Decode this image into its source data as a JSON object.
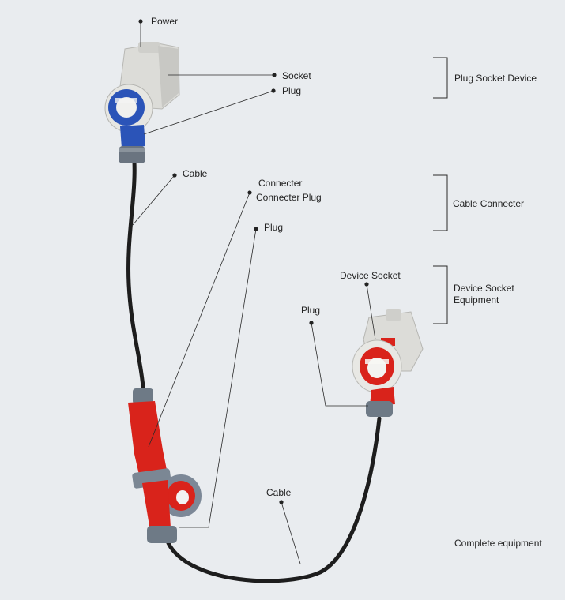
{
  "labels": {
    "power": "Power",
    "socket": "Socket",
    "plug_top": "Plug",
    "cable_top": "Cable",
    "connecter": "Connecter",
    "connecter_plug": "Connecter Plug",
    "plug_mid": "Plug",
    "device_socket": "Device Socket",
    "plug_device": "Plug",
    "cable_bottom": "Cable"
  },
  "groups": {
    "plug_socket_device": "Plug Socket Device",
    "cable_connecter": "Cable Connecter",
    "device_socket_equipment_line1": "Device Socket",
    "device_socket_equipment_line2": "Equipment",
    "complete_equipment": "Complete equipment"
  },
  "colors": {
    "background": "#e9ecef",
    "blue_connector": "#2b54b8",
    "red_connector": "#d9231b",
    "housing": "#dcdcd8",
    "cable": "#1d1d1d"
  }
}
